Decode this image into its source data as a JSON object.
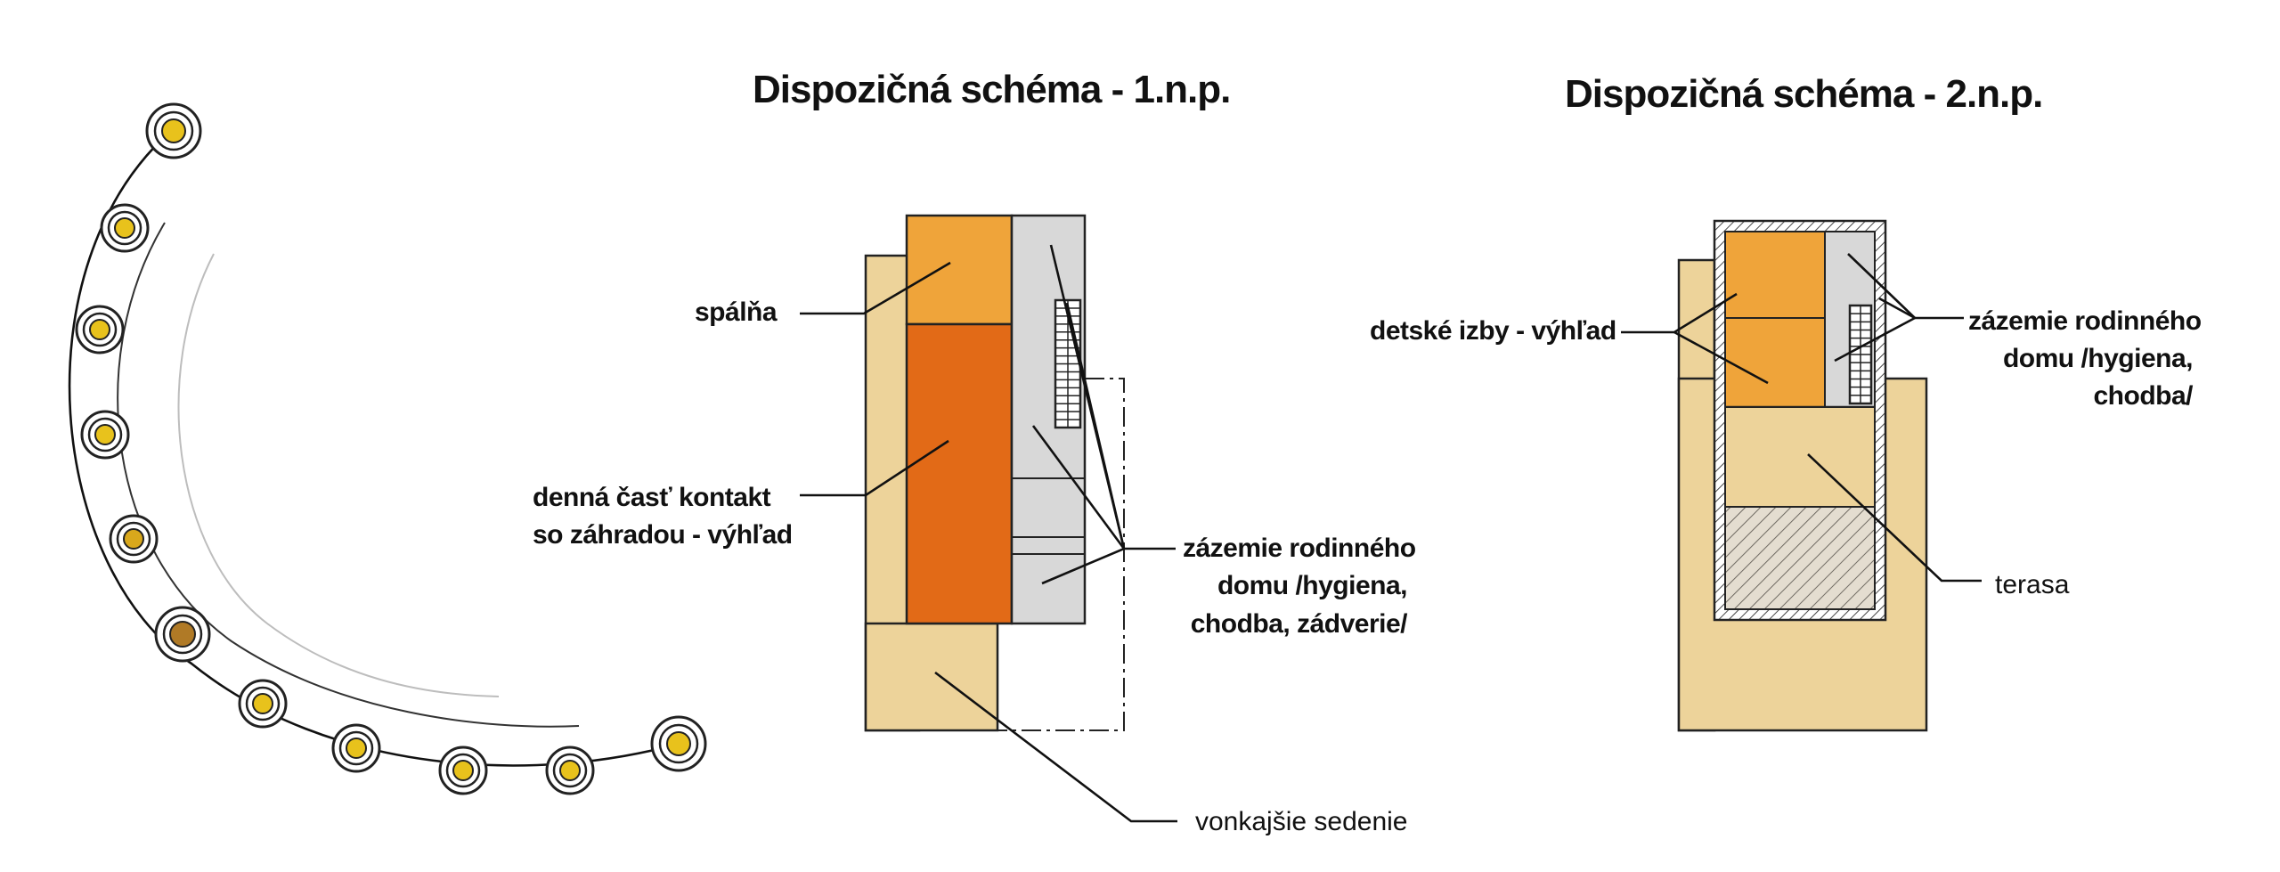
{
  "floor1": {
    "title": "Dispozičná schéma - 1.n.p.",
    "labels": {
      "bedroom": "spálňa",
      "living_1": "denná časť kontakt",
      "living_2": "so záhradou - výhľad",
      "service_1": "zázemie rodinného",
      "service_2": "domu /hygiena,",
      "service_3": "chodba, zádverie/",
      "outdoor": "vonkajšie sedenie"
    }
  },
  "floor2": {
    "title": "Dispozičná schéma - 2.n.p.",
    "labels": {
      "kids_rooms": "detské izby - výhľad",
      "service_1": "zázemie rodinného",
      "service_2": "domu /hygiena,",
      "service_3": "chodba/",
      "terrace": "terasa"
    }
  },
  "colors": {
    "sand": "#edd39a",
    "orange_light": "#efa43a",
    "orange_dark": "#e26a17",
    "grey": "#d8d8d8",
    "hatch": "#c9c2b3",
    "plot_dot": "#e8c21c"
  }
}
